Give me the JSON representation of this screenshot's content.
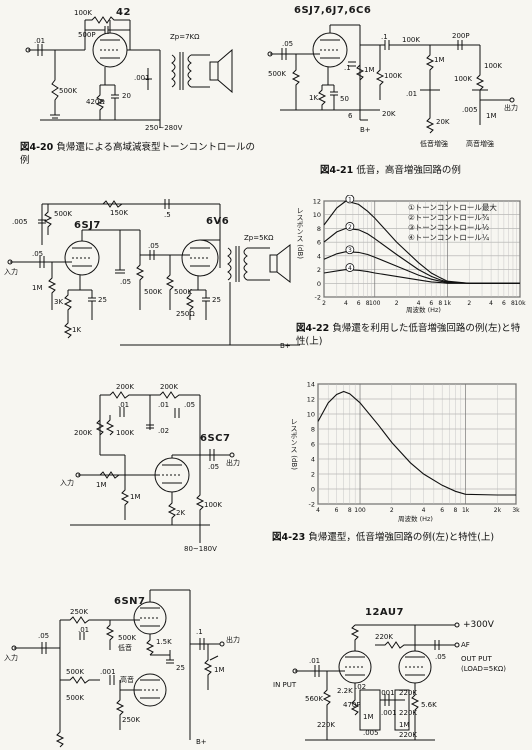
{
  "fig420": {
    "caption_num": "図4-20",
    "caption_text": "負帰還による高域減衰型トーンコントロールの例",
    "tube": "42",
    "labels": {
      "c_in": ".01",
      "r_fb": "100K",
      "c_fb": "500P",
      "r_grid": "500K",
      "r_k": "420Ω",
      "c_k": "20",
      "c_out": ".001",
      "zp": "Zp=7KΩ",
      "b": "250~280V"
    }
  },
  "fig421": {
    "caption_num": "図4-21",
    "caption_text": "低音，高音増強回路の例",
    "tube": "6SJ7,6J7,6C6",
    "labels": {
      "c_in": ".05",
      "r_grid": "500K",
      "r_k": "1K",
      "c_k": "50",
      "c_s": ".1",
      "r_s": "1M",
      "r_p": "100K",
      "c1": ".1",
      "r1": "100K",
      "c2": "200P",
      "r2": "1M",
      "r3": "100K",
      "c3": ".01",
      "r4": "20K",
      "r5": "6",
      "c4": ".005",
      "r6": "20K",
      "r7": "1M",
      "r8": "100K",
      "b": "B+",
      "bass": "低音増強",
      "treble": "高音増強",
      "out": "出力"
    }
  },
  "fig422": {
    "caption_num": "図4-22",
    "caption_text": "負帰還を利用した低音増強回路の例(左)と特性(上)",
    "tubes": [
      "6SJ7",
      "6V6"
    ],
    "labels": {
      "c1": ".005",
      "r1": "500K",
      "r2": "150K",
      "c2": ".5",
      "zp": "Zp=5KΩ",
      "in": "入力",
      "c_in": ".05",
      "r_g": "1M",
      "r_k": "3K",
      "c_k": "25",
      "r_k2": "1K",
      "c_s": ".05",
      "r_p": "500K",
      "c_c": ".05",
      "r_g2": "500K",
      "r_k3": "250Ω",
      "c_k2": "25",
      "b": "B+"
    }
  },
  "chart1": {
    "ylabel": "レスポンス (dB)",
    "xlabel": "周波数 (Hz)",
    "legend": [
      "①トーンコントロール最大",
      "②トーンコントロール¾",
      "③トーンコントロール½",
      "④トーンコントロール¼"
    ],
    "curve_marks": [
      "1",
      "2",
      "3",
      "4"
    ],
    "yticks": [
      "12",
      "10",
      "8",
      "6",
      "4",
      "2",
      "0",
      "-2"
    ],
    "xticks": [
      "2",
      "4",
      "6",
      "8",
      "100",
      "2",
      "4",
      "6",
      "8",
      "1k",
      "2",
      "4",
      "6",
      "8",
      "10k"
    ]
  },
  "fig423": {
    "caption_num": "図4-23",
    "caption_text": "負帰還型，低音増強回路の例(左)と特性(上)",
    "tube": "6SC7",
    "labels": {
      "r1": "200K",
      "r2": "200K",
      "c1": ".01",
      "c2": ".01",
      "c3": ".05",
      "r3": "200K",
      "r4": "100K",
      "c4": ".02",
      "in": "入力",
      "r_g": "1M",
      "r_g2": "1M",
      "r_k": "2K",
      "c_o": ".05",
      "out": "出力",
      "r_p": "100K",
      "b": "80~180V"
    }
  },
  "chart2": {
    "ylabel": "レスポンス (dB)",
    "xlabel": "周波数 (Hz)",
    "yticks": [
      "14",
      "12",
      "10",
      "8",
      "6",
      "4",
      "2",
      "0",
      "-2"
    ],
    "xticks": [
      "4",
      "6",
      "8",
      "100",
      "2",
      "4",
      "6",
      "8",
      "1k",
      "2k",
      "3k"
    ]
  },
  "chart_data": [
    {
      "type": "line",
      "x": [
        20,
        30,
        40,
        60,
        80,
        100,
        200,
        400,
        600,
        800,
        1000,
        2000,
        4000,
        10000
      ],
      "series": [
        {
          "name": "①トーンコントロール最大",
          "values": [
            8.5,
            11,
            12,
            11.5,
            10.5,
            9.5,
            6,
            3,
            1.5,
            0.8,
            0.3,
            0,
            0,
            0
          ]
        },
        {
          "name": "②トーンコントロール¾",
          "values": [
            6,
            7.5,
            8,
            7.8,
            7.2,
            6.5,
            4.2,
            2,
            1,
            0.5,
            0.2,
            0,
            0,
            0
          ]
        },
        {
          "name": "③トーンコントロール½",
          "values": [
            3.5,
            4.3,
            4.6,
            4.5,
            4.2,
            3.8,
            2.5,
            1.2,
            0.6,
            0.3,
            0.1,
            0,
            0,
            0
          ]
        },
        {
          "name": "④トーンコントロール¼",
          "values": [
            1.5,
            1.8,
            2,
            1.9,
            1.7,
            1.5,
            1,
            0.5,
            0.2,
            0.1,
            0,
            0,
            0,
            0
          ]
        }
      ],
      "xlabel": "周波数 (Hz)",
      "ylabel": "レスポンス (dB)",
      "xlim": [
        20,
        10000
      ],
      "ylim": [
        -2,
        12
      ],
      "xscale": "log",
      "grid": true,
      "legend": "top-right"
    },
    {
      "type": "line",
      "x": [
        40,
        50,
        60,
        70,
        80,
        100,
        150,
        200,
        300,
        400,
        600,
        800,
        1000,
        2000,
        3000
      ],
      "series": [
        {
          "values": [
            9,
            11.5,
            12.6,
            13,
            12.7,
            11.5,
            8.5,
            6.2,
            3.5,
            2,
            0.5,
            -0.3,
            -0.7,
            -0.8,
            -0.8
          ]
        }
      ],
      "xlabel": "周波数 (Hz)",
      "ylabel": "レスポンス (dB)",
      "xlim": [
        40,
        3000
      ],
      "ylim": [
        -2,
        14
      ],
      "xscale": "log",
      "grid": true
    }
  ],
  "fig_bottom_left": {
    "tube": "6SN7",
    "labels": {
      "c_in": ".05",
      "in": "入力",
      "r1": "250K",
      "c1": ".01",
      "r2": "500K",
      "bass": "低音",
      "r3": "1.5K",
      "c2": "25",
      "r4": "500K",
      "c3": ".001",
      "r5": "500K",
      "treble": "高音",
      "r6": "250K",
      "c_o": ".1",
      "out": "出力",
      "r_o": "1M",
      "b": "B+"
    }
  },
  "fig_bottom_right": {
    "tube": "12AU7",
    "b": "+300V",
    "labels": {
      "c_in": ".01",
      "in": "IN PUT",
      "r1": "220K",
      "c1": ".05",
      "af": "AF",
      "out": "OUT PUT",
      "load": "(LOAD=5KΩ)",
      "r_g": "560K",
      "r_a": "2.2K",
      "c2": ".02",
      "c3": "470P",
      "c4": ".001",
      "r3": "220K",
      "r4": "1M",
      "c5": ".001",
      "r5": "220K",
      "r6": "1M",
      "c6": ".005",
      "r7": "220K",
      "r8": "5.6K",
      "r9": "220K"
    }
  }
}
